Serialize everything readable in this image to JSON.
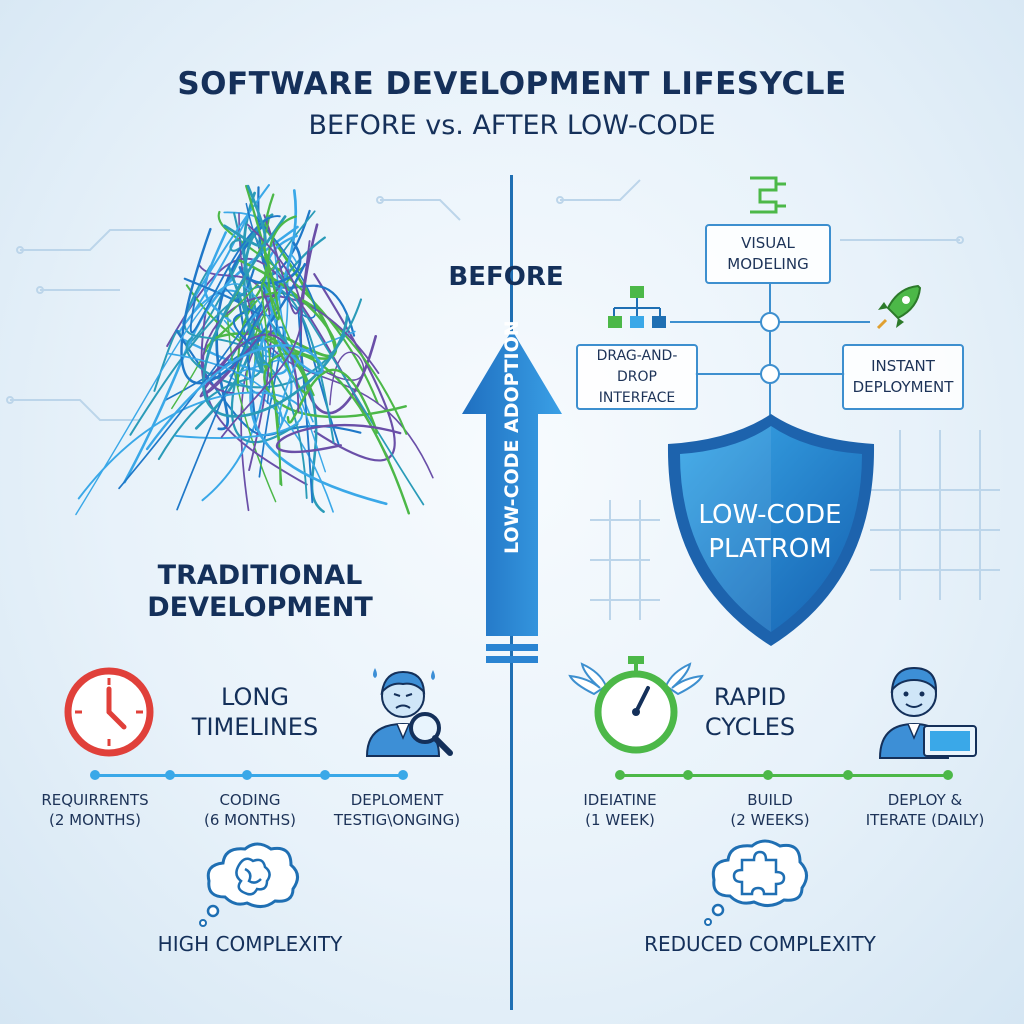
{
  "header": {
    "title": "SOFTWARE DEVELOPMENT LIFESYCLE",
    "subtitle": "BEFORE vs. AFTER LOW-CODE"
  },
  "center": {
    "before_label": "BEFORE",
    "arrow_label": "LOW-CODE ADOPTION"
  },
  "left": {
    "heading_line1": "TRADITIONAL",
    "heading_line2": "DEVELOPMENT",
    "timeline_title_line1": "LONG",
    "timeline_title_line2": "TIMELINES",
    "timeline": [
      {
        "line1": "REQUIRRENTS",
        "line2": "(2 MONTHS)"
      },
      {
        "line1": "CODING",
        "line2": "(6 MONTHS)"
      },
      {
        "line1": "DEPLOMENT",
        "line2": "TESTIG\\ONGING)"
      }
    ],
    "complexity": "HIGH COMPLEXITY"
  },
  "right": {
    "boxes": {
      "visual_modeling_line1": "VISUAL",
      "visual_modeling_line2": "MODELING",
      "drag_drop_line1": "DRAG-AND-DROP",
      "drag_drop_line2": "INTERFACE",
      "instant_deploy_line1": "INSTANT",
      "instant_deploy_line2": "DEPLOYMENT"
    },
    "shield_line1": "LOW-CODE",
    "shield_line2": "PLATROM",
    "timeline_title_line1": "RAPID",
    "timeline_title_line2": "CYCLES",
    "timeline": [
      {
        "line1": "IDEIATINE",
        "line2": "(1 WEEK)"
      },
      {
        "line1": "BUILD",
        "line2": "(2 WEEKS)"
      },
      {
        "line1": "DEPLOY &",
        "line2": "ITERATE (DAILY)"
      }
    ],
    "complexity": "REDUCED COMPLEXITY"
  },
  "colors": {
    "navy": "#15305a",
    "blue": "#1f78c8",
    "light_blue": "#3aa8e8",
    "green": "#4cb848",
    "red": "#e0403a"
  }
}
